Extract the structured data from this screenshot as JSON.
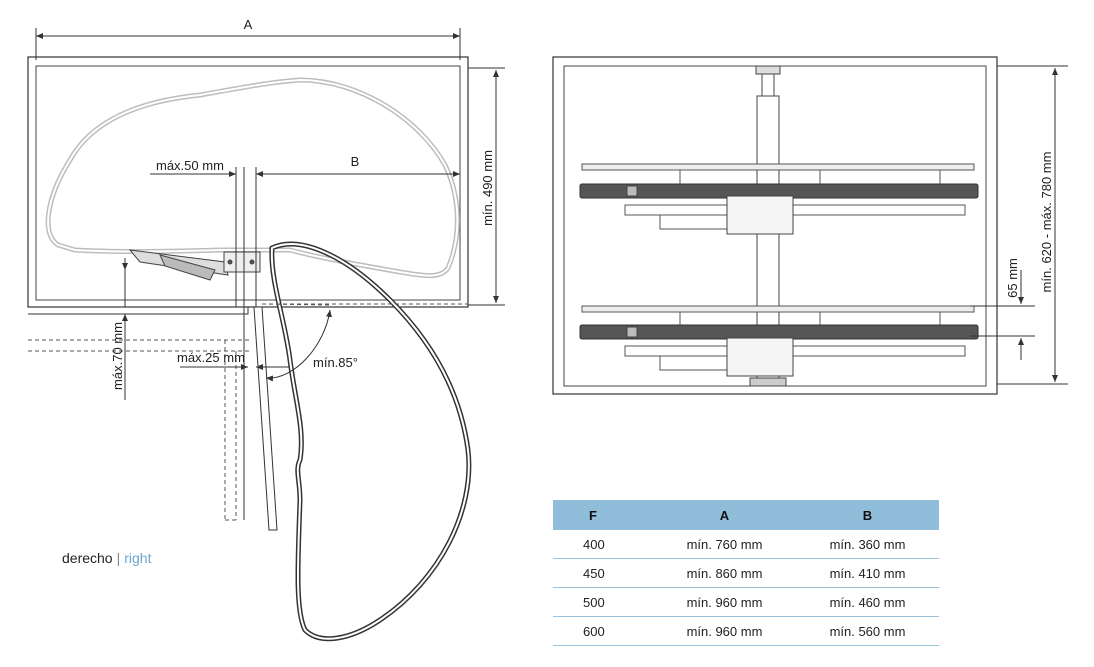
{
  "left_view": {
    "dim_A": "A",
    "dim_B": "B",
    "max50": "máx.50 mm",
    "min490": "mín. 490 mm",
    "max70": "máx.70 mm",
    "max25": "máx.25 mm",
    "min85": "mín.85°"
  },
  "right_view": {
    "height_range": "mín. 620 - máx. 780 mm",
    "gap": "65 mm"
  },
  "caption": {
    "es": "derecho",
    "sep": "|",
    "en": "right"
  },
  "table": {
    "headers": [
      "F",
      "A",
      "B"
    ],
    "rows": [
      [
        "400",
        "mín. 760 mm",
        "mín. 360 mm"
      ],
      [
        "450",
        "mín. 860 mm",
        "mín. 410 mm"
      ],
      [
        "500",
        "mín. 960 mm",
        "mín. 460 mm"
      ],
      [
        "600",
        "mín. 960 mm",
        "mín. 560 mm"
      ]
    ]
  },
  "colors": {
    "header_bg": "#8fbdda",
    "row_line": "#9cc3dd",
    "accent_text": "#6aa6cf"
  }
}
